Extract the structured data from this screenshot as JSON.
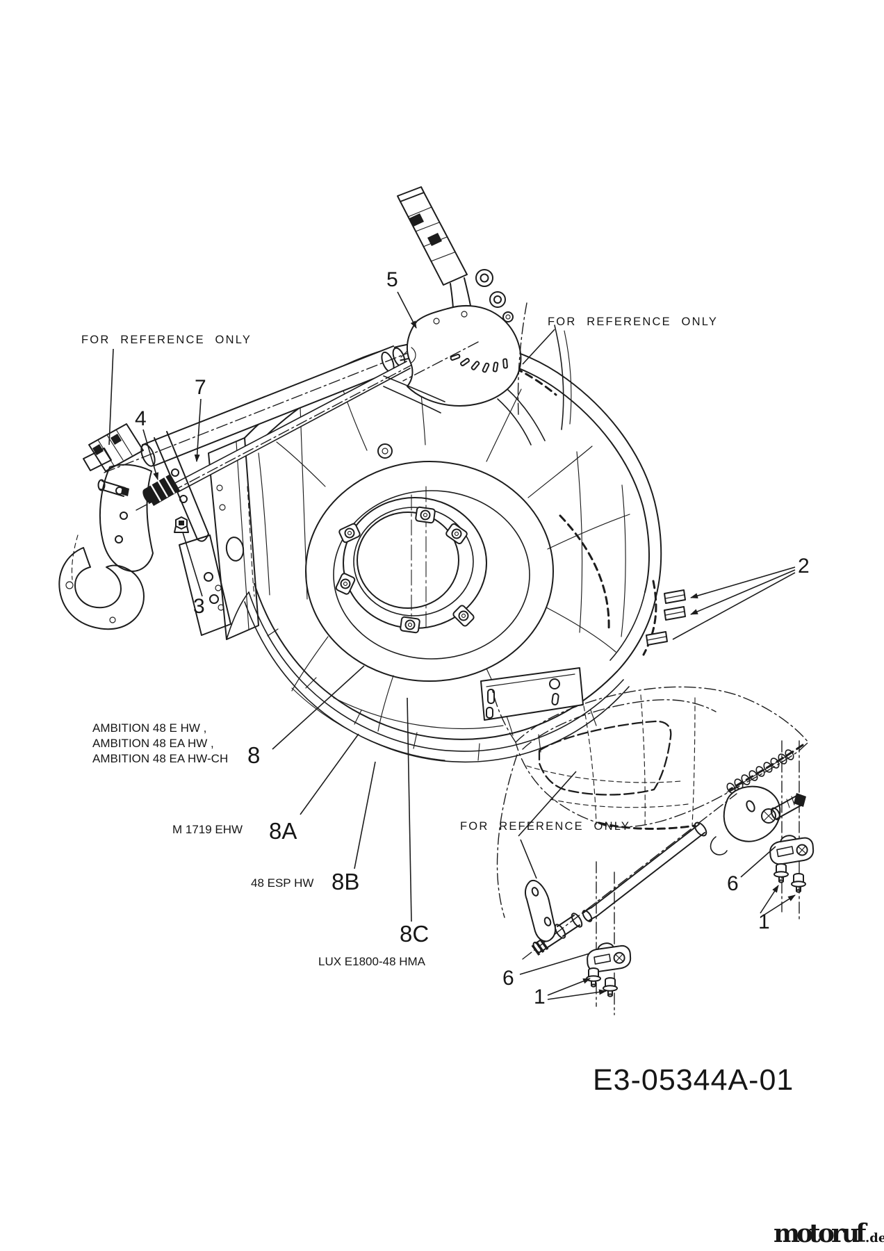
{
  "diagram": {
    "code": "E3-05344A-01",
    "background": "#ffffff",
    "line_color": "#1c1c1c"
  },
  "reference_notes": {
    "left": "FOR REFERENCE ONLY",
    "top_right": "FOR REFERENCE ONLY",
    "bottom": "FOR REFERENCE ONLY"
  },
  "part_labels": {
    "p1_left": "1",
    "p1_right": "1",
    "p2": "2",
    "p3": "3",
    "p4": "4",
    "p5": "5",
    "p6_left": "6",
    "p6_right": "6",
    "p7": "7",
    "p8": "8",
    "p8a": "8A",
    "p8b": "8B",
    "p8c": "8C"
  },
  "model_variants": {
    "deck_8": [
      "AMBITION 48 E HW ,",
      "AMBITION 48 EA HW ,",
      "AMBITION 48 EA HW-CH"
    ],
    "deck_8a": "M 1719 EHW",
    "deck_8b": "48 ESP HW",
    "deck_8c": "LUX E1800-48 HMA"
  },
  "watermark": {
    "letters": [
      {
        "ch": "m",
        "color": "#4859c0"
      },
      {
        "ch": "o",
        "color": "#76b043"
      },
      {
        "ch": "t",
        "color": "#e763a8"
      },
      {
        "ch": "o",
        "color": "#3b50b5"
      },
      {
        "ch": "r",
        "color": "#ef7d35"
      },
      {
        "ch": "u",
        "color": "#6faf3e"
      },
      {
        "ch": "f",
        "color": "#f0a81c"
      }
    ],
    "suffix": ".de",
    "suffix_color": "#8a8a8a"
  }
}
